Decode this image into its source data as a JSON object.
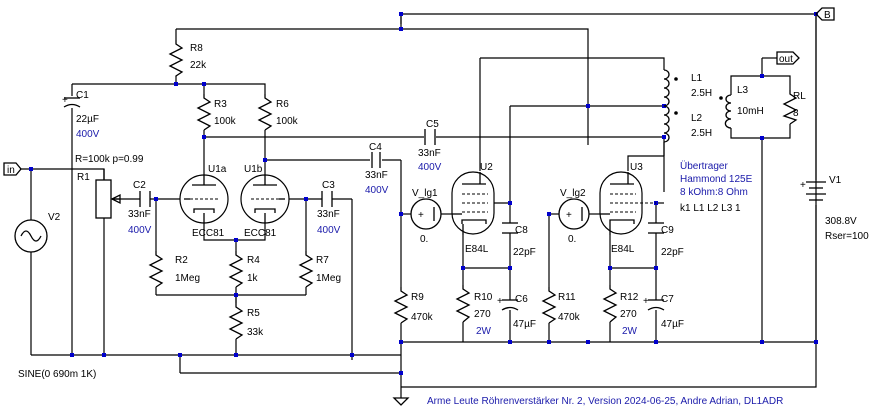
{
  "labels": {
    "R8": [
      "R8",
      "22k"
    ],
    "R3": [
      "R3",
      "100k"
    ],
    "R6": [
      "R6",
      "100k"
    ],
    "C1": [
      "C1",
      "22µF"
    ],
    "C1v": "400V",
    "R1": "R1",
    "R1p": "R=100k p=0.99",
    "C2": [
      "C2",
      "33nF"
    ],
    "C2v": "400V",
    "C3": [
      "C3",
      "33nF"
    ],
    "C3v": "400V",
    "C4": [
      "C4",
      "33nF"
    ],
    "C4v": "400V",
    "C5": [
      "C5",
      "33nF"
    ],
    "C5v": "400V",
    "U1a": "U1a",
    "U1b": "U1b",
    "ECC81a": "ECC81",
    "ECC81b": "ECC81",
    "R2": [
      "R2",
      "1Meg"
    ],
    "R4": [
      "R4",
      "1k"
    ],
    "R7": [
      "R7",
      "1Meg"
    ],
    "R5": [
      "R5",
      "33k"
    ],
    "V2": "V2",
    "V2src": "SINE(0 690m 1K)",
    "in": "in",
    "B": "B",
    "out": "out",
    "Vlg1": "V_lg1",
    "Vlg1v": "0.",
    "Vlg2": "V_lg2",
    "Vlg2v": "0.",
    "U2": "U2",
    "U3": "U3",
    "E84La": "E84L",
    "E84Lb": "E84L",
    "C8": [
      "C8",
      "22pF"
    ],
    "C9": [
      "C9",
      "22pF"
    ],
    "R9": [
      "R9",
      "470k"
    ],
    "R10": [
      "R10",
      "270"
    ],
    "R10w": "2W",
    "C6": [
      "C6",
      "47µF"
    ],
    "R11": [
      "R11",
      "470k"
    ],
    "R12": [
      "R12",
      "270"
    ],
    "R12w": "2W",
    "C7": [
      "C7",
      "47µF"
    ],
    "L1": [
      "L1",
      "2.5H"
    ],
    "L2": [
      "L2",
      "2.5H"
    ],
    "L3": [
      "L3",
      "10mH"
    ],
    "RL": [
      "RL",
      "8"
    ],
    "V1": "V1",
    "V1v": [
      "308.8V",
      "Rser=100"
    ],
    "xfmr": [
      "Übertrager",
      "Hammond 125E",
      "8 kOhm:8 Ohm"
    ],
    "xfmrK": "k1 L1 L2 L3 1",
    "footer": "Arme Leute Röhrenverstärker Nr. 2, Version 2024-06-25, Andre Adrian, DL1ADR"
  }
}
